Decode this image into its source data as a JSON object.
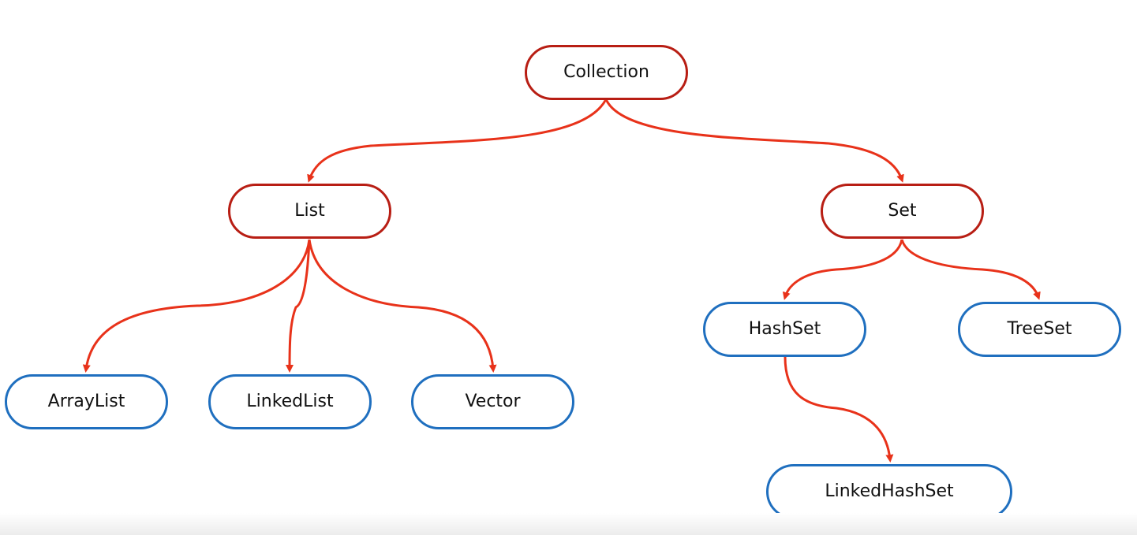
{
  "colors": {
    "interface_border": "#b81e14",
    "implementation_border": "#1f6fbf",
    "arrow": "#e8321a"
  },
  "nodes": {
    "collection": {
      "label": "Collection",
      "kind": "interface"
    },
    "list": {
      "label": "List",
      "kind": "interface"
    },
    "set": {
      "label": "Set",
      "kind": "interface"
    },
    "arraylist": {
      "label": "ArrayList",
      "kind": "implementation"
    },
    "linkedlist": {
      "label": "LinkedList",
      "kind": "implementation"
    },
    "vector": {
      "label": "Vector",
      "kind": "implementation"
    },
    "hashset": {
      "label": "HashSet",
      "kind": "implementation"
    },
    "treeset": {
      "label": "TreeSet",
      "kind": "implementation"
    },
    "linkedhashset": {
      "label": "LinkedHashSet",
      "kind": "implementation"
    }
  },
  "edges": [
    {
      "from": "collection",
      "to": "list"
    },
    {
      "from": "collection",
      "to": "set"
    },
    {
      "from": "list",
      "to": "arraylist"
    },
    {
      "from": "list",
      "to": "linkedlist"
    },
    {
      "from": "list",
      "to": "vector"
    },
    {
      "from": "set",
      "to": "hashset"
    },
    {
      "from": "set",
      "to": "treeset"
    },
    {
      "from": "hashset",
      "to": "linkedhashset"
    }
  ]
}
